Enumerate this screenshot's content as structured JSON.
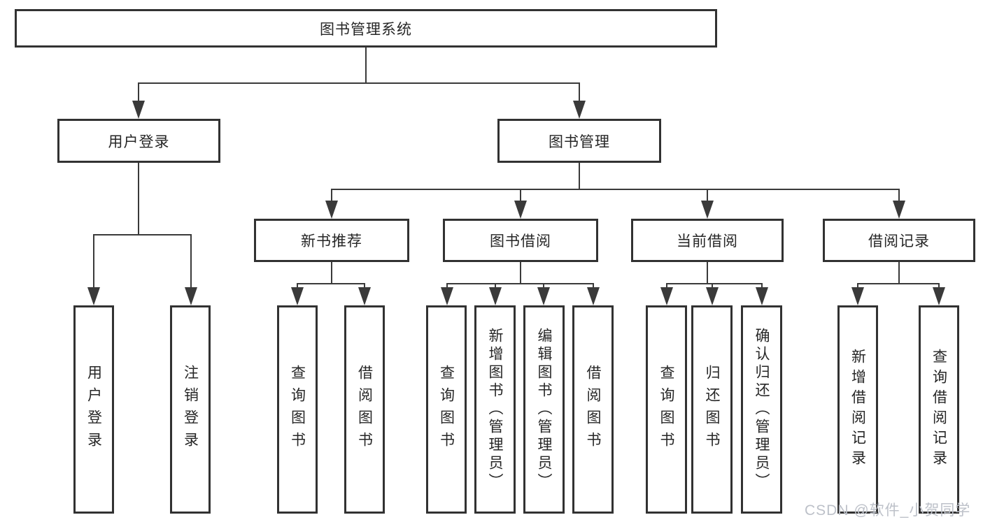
{
  "diagram": {
    "title_node": {
      "label": "图书管理系统"
    },
    "level2": [
      {
        "id": "user-login",
        "label": "用户登录"
      },
      {
        "id": "book-management",
        "label": "图书管理"
      }
    ],
    "level3": [
      {
        "id": "new-book-recommend",
        "label": "新书推荐"
      },
      {
        "id": "book-borrow",
        "label": "图书借阅"
      },
      {
        "id": "current-borrow",
        "label": "当前借阅"
      },
      {
        "id": "borrow-records",
        "label": "借阅记录"
      }
    ],
    "leaves": {
      "user_login": [
        "用户登录",
        "注销登录"
      ],
      "new_book_recommend": [
        "查询图书",
        "借阅图书"
      ],
      "book_borrow": [
        "查询图书",
        "新增图书（管理员）",
        "编辑图书（管理员）",
        "借阅图书"
      ],
      "current_borrow": [
        "查询图书",
        "归还图书",
        "确认归还（管理员）"
      ],
      "borrow_records": [
        "新增借阅记录",
        "查询借阅记录"
      ]
    }
  },
  "watermark": "CSDN @软件_小贺同学",
  "colors": {
    "box_border": "#323232",
    "connector_line": "#3a3a3a",
    "text": "#262626",
    "watermark_text": "#bdc1c9",
    "background": "#ffffff"
  }
}
